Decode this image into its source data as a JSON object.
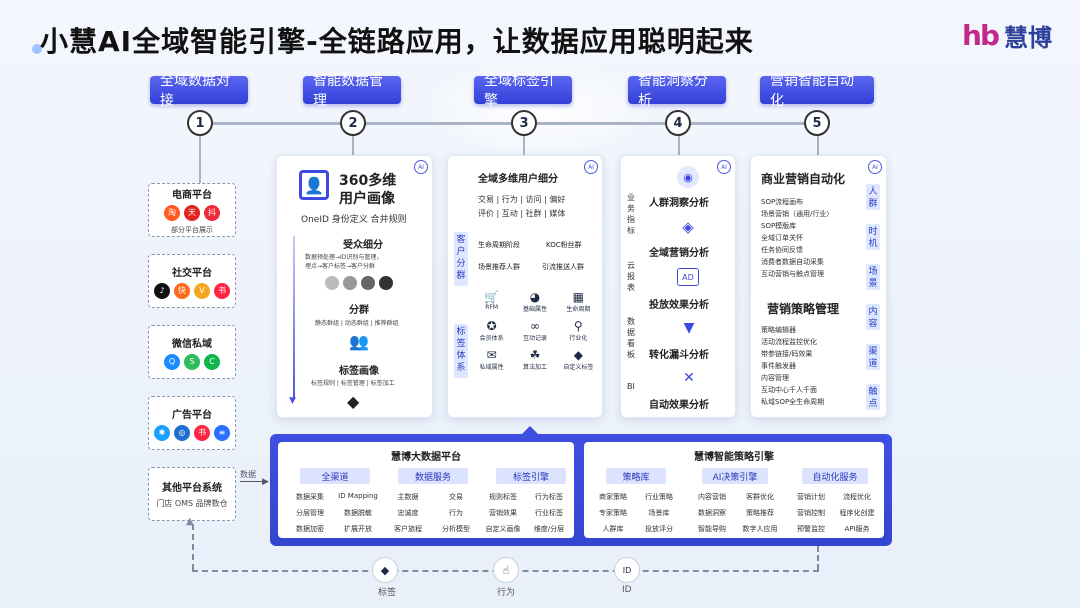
{
  "title": "小慧AI全域智能引擎-全链路应用，让数据应用聪明起来",
  "logo": {
    "mark": "hb",
    "text": "慧博"
  },
  "steps": [
    {
      "label": "全域数据对接",
      "num": "1"
    },
    {
      "label": "智能数据管理",
      "num": "2"
    },
    {
      "label": "全域标签引擎",
      "num": "3"
    },
    {
      "label": "智能洞察分析",
      "num": "4"
    },
    {
      "label": "营销智能自动化",
      "num": "5"
    }
  ],
  "ai_badge": "AI",
  "sources": [
    {
      "title": "电商平台",
      "sub": "部分平台展示",
      "icons": [
        {
          "name": "taobao-icon",
          "glyph": "淘",
          "color": "#ff5a1f"
        },
        {
          "name": "tmall-icon",
          "glyph": "天",
          "color": "#e3221c"
        },
        {
          "name": "douyin-shop-icon",
          "glyph": "抖",
          "color": "#ee2a3a"
        }
      ]
    },
    {
      "title": "社交平台",
      "icons": [
        {
          "name": "tiktok-icon",
          "glyph": "♪",
          "color": "#111"
        },
        {
          "name": "kuaishou-icon",
          "glyph": "快",
          "color": "#ff6a1a"
        },
        {
          "name": "weibo-icon",
          "glyph": "V",
          "color": "#f5a623"
        },
        {
          "name": "xiaohongshu-icon",
          "glyph": "书",
          "color": "#ff2442"
        }
      ]
    },
    {
      "title": "微信私域",
      "icons": [
        {
          "name": "wecom-icon",
          "glyph": "Q",
          "color": "#1a8cff"
        },
        {
          "name": "miniprogram-icon",
          "glyph": "S",
          "color": "#2ebd59"
        },
        {
          "name": "wechat-pay-icon",
          "glyph": "C",
          "color": "#10b54b"
        }
      ]
    },
    {
      "title": "广告平台",
      "icons": [
        {
          "name": "ad-star-icon",
          "glyph": "✱",
          "color": "#1aa0ff"
        },
        {
          "name": "ad-cycle-icon",
          "glyph": "◎",
          "color": "#1e6fd0"
        },
        {
          "name": "ad-xhs-icon",
          "glyph": "书",
          "color": "#ff2442"
        },
        {
          "name": "ad-stripes-icon",
          "glyph": "≡",
          "color": "#2a6fff"
        }
      ]
    },
    {
      "title": "其他平台系统",
      "sub": "门店 OMS  品牌数仓"
    }
  ],
  "data_arrow_label": "数据",
  "card2": {
    "head": "360多维",
    "head2": "用户画像",
    "sub": "OneID 身份定义 合并规则",
    "sec1": "受众细分",
    "sec1_desc": "数据预处理→ID识别与管理，",
    "sec1_desc2": "埋点→客户标签→客户分群",
    "sec2": "分群",
    "sec2_desc": "静态群组 | 动态群组 | 推荐群组",
    "sec3": "标签画像",
    "sec3_desc": "标签规则 | 标签管理 | 标签加工"
  },
  "card3": {
    "head": "全域多维用户细分",
    "row1": "交易 | 行为 | 访问 | 偏好",
    "row2": "评价 | 互动 | 社群 | 媒体",
    "vtag1": "客户分群",
    "vtag2": "标签体系",
    "g1": [
      "生命周期阶段",
      "KOC粉丝群",
      "场景推荐人群",
      "引流推送人群"
    ],
    "grid": [
      {
        "label": "RFM",
        "icon": "cart-icon",
        "glyph": "🛒"
      },
      {
        "label": "基础属性",
        "icon": "pie-icon",
        "glyph": "◕"
      },
      {
        "label": "生命周期",
        "icon": "board-icon",
        "glyph": "▦"
      },
      {
        "label": "会员体系",
        "icon": "medal-icon",
        "glyph": "✪"
      },
      {
        "label": "互动记录",
        "icon": "link-icon",
        "glyph": "∞"
      },
      {
        "label": "行业化",
        "icon": "network-icon",
        "glyph": "⚲"
      },
      {
        "label": "私域属性",
        "icon": "chat-icon",
        "glyph": "✉"
      },
      {
        "label": "算法加工",
        "icon": "cluster-icon",
        "glyph": "☘"
      },
      {
        "label": "自定义标签",
        "icon": "tag-icon",
        "glyph": "◆"
      }
    ]
  },
  "card4": {
    "side": [
      "业务指标",
      "云报表",
      "数据看板",
      "BI"
    ],
    "items": [
      {
        "label": "人群洞察分析",
        "icon": "eye-icon",
        "glyph": "◉"
      },
      {
        "label": "全域营销分析",
        "icon": "layers-icon",
        "glyph": "◈"
      },
      {
        "label": "投放效果分析",
        "icon": "ad-icon",
        "glyph": "AD"
      },
      {
        "label": "转化漏斗分析",
        "icon": "funnel-icon",
        "glyph": "▼"
      },
      {
        "label": "自动效果分析",
        "icon": "tools-icon",
        "glyph": "✕"
      }
    ]
  },
  "card5": {
    "head1": "商业营销自动化",
    "list1": [
      "SOP流程画布",
      "场景营销（通用/行业）",
      "SOP模版库",
      "全域订单关怀",
      "任务协同反馈",
      "消费者数据自动采集",
      "互动营销与触点管理"
    ],
    "head2": "营销策略管理",
    "list2": [
      "策略编辑器",
      "活动流程监控优化",
      "带参链接/码效果",
      "事件触发器",
      "内容管理",
      "互动中心千人千面",
      "私域SOP全生命周期"
    ],
    "vtags": [
      "人群",
      "时机",
      "场景",
      "内容",
      "渠道",
      "触点"
    ]
  },
  "platform": {
    "title": "慧博大数据平台",
    "cols": [
      {
        "head": "全渠道",
        "cells": [
          "数据采集",
          "ID Mapping",
          "分层管理",
          "数据脱敏",
          "数据加密",
          "扩展开放"
        ]
      },
      {
        "head": "数据服务",
        "cells": [
          "主数据",
          "交易",
          "忠诚度",
          "行为",
          "客户旅程",
          "分析模型"
        ]
      },
      {
        "head": "标签引擎",
        "cells": [
          "规则标签",
          "行为标签",
          "营销效果",
          "行业标签",
          "自定义画像",
          "维度/分层"
        ]
      }
    ]
  },
  "strategy": {
    "title": "慧博智能策略引擎",
    "cols": [
      {
        "head": "策略库",
        "cells": [
          "商家策略",
          "行业策略",
          "专家策略",
          "场景库",
          "人群库",
          "投放评分"
        ]
      },
      {
        "head": "AI决策引擎",
        "cells": [
          "内容营销",
          "客群优化",
          "数据洞察",
          "策略推荐",
          "智能导购",
          "数字人应用"
        ]
      },
      {
        "head": "自动化服务",
        "cells": [
          "营销计划",
          "流程优化",
          "营销控制",
          "程序化创建",
          "预警监控",
          "API服务"
        ]
      }
    ]
  },
  "feedback": [
    {
      "label": "标签",
      "icon": "tag-icon",
      "glyph": "◆"
    },
    {
      "label": "行为",
      "icon": "touch-icon",
      "glyph": "☝"
    },
    {
      "label": "ID",
      "icon": "id-card-icon",
      "glyph": "ID"
    }
  ]
}
